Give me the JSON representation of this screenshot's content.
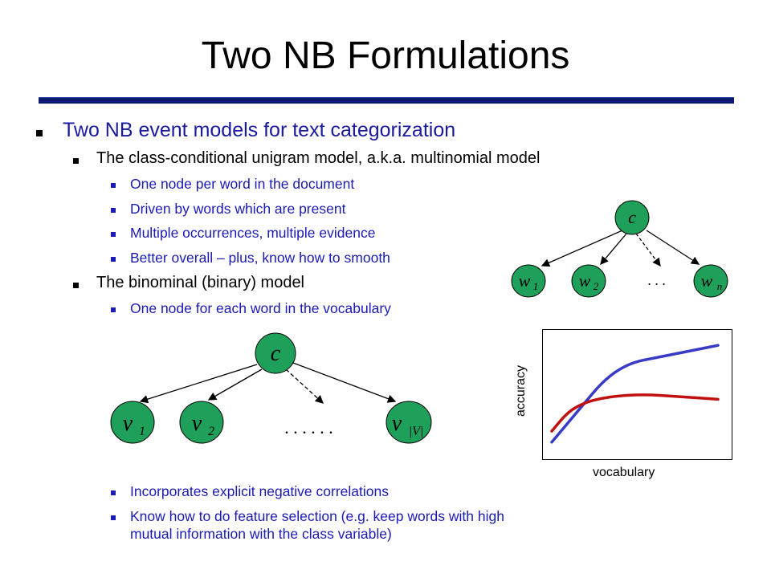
{
  "slide": {
    "title": "Two NB Formulations"
  },
  "bullets": {
    "l1_main": "Two NB event models for text categorization",
    "multinomial": {
      "heading": "The class-conditional unigram model, a.k.a. multinomial model",
      "items": [
        "One node per word in the document",
        "Driven by words which are present",
        "Multiple occurrences, multiple evidence",
        "Better overall – plus, know how to smooth"
      ]
    },
    "binomial": {
      "heading": "The binominal (binary) model",
      "items": [
        "One node for each word in the vocabulary"
      ],
      "items_after": [
        "Incorporates explicit negative correlations",
        "Know how to do feature selection (e.g. keep words with high",
        "mutual information with the class variable)"
      ]
    }
  },
  "diagram_top": {
    "class_node": "c",
    "leaves": [
      {
        "base": "w",
        "sub": "1"
      },
      {
        "base": "w",
        "sub": "2"
      },
      {
        "base": "w",
        "sub": "n"
      }
    ],
    "ellipsis": ". . ."
  },
  "diagram_bottom": {
    "class_node": "c",
    "leaves": [
      {
        "base": "v",
        "sub": "1"
      },
      {
        "base": "v",
        "sub": "2"
      },
      {
        "base": "v",
        "sub": "|V|"
      }
    ],
    "ellipsis": ". . . . . ."
  },
  "colors": {
    "node_fill": "#1fa05a",
    "title_rule": "#0a1a6e",
    "bullet_blue": "#1a1ab4",
    "series_blue": "#3a3ac8",
    "series_red": "#c01010"
  },
  "chart_data": {
    "type": "line",
    "xlabel": "vocabulary",
    "ylabel": "accuracy",
    "grid": false,
    "series": [
      {
        "color": "#3a3ac8",
        "x": [
          0.0,
          0.1,
          0.2,
          0.3,
          0.4,
          0.5,
          0.6,
          0.7,
          0.8,
          0.9,
          1.0
        ],
        "y": [
          0.06,
          0.24,
          0.42,
          0.6,
          0.72,
          0.79,
          0.82,
          0.85,
          0.88,
          0.91,
          0.94
        ]
      },
      {
        "color": "#c01010",
        "x": [
          0.0,
          0.1,
          0.2,
          0.3,
          0.4,
          0.5,
          0.6,
          0.7,
          0.8,
          0.9,
          1.0
        ],
        "y": [
          0.16,
          0.34,
          0.42,
          0.46,
          0.48,
          0.49,
          0.49,
          0.48,
          0.47,
          0.46,
          0.45
        ]
      }
    ]
  }
}
